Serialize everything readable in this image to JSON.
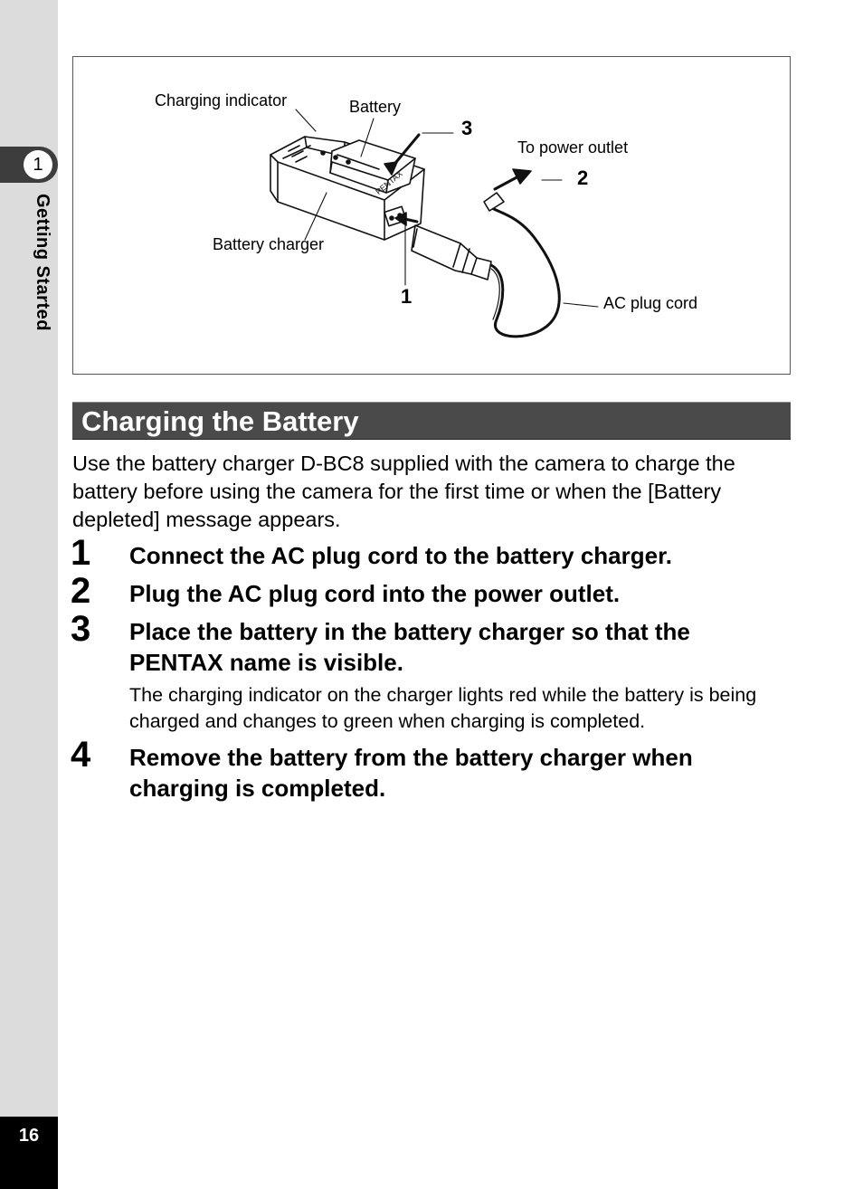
{
  "sidebar": {
    "chapter_number": "1",
    "chapter_title": "Getting Started",
    "page_number": "16"
  },
  "figure": {
    "labels": {
      "charging_indicator": "Charging indicator",
      "battery": "Battery",
      "to_power_outlet": "To power outlet",
      "battery_charger": "Battery charger",
      "ac_plug_cord": "AC plug cord",
      "brand": "PENTAX"
    },
    "callouts": [
      "1",
      "2",
      "3"
    ]
  },
  "section": {
    "title": "Charging the Battery",
    "intro": "Use the battery charger D-BC8 supplied with the camera to charge the battery before using the camera for the first time or when the [Battery depleted] message appears."
  },
  "steps": [
    {
      "number": "1",
      "text": "Connect the AC plug cord to the battery charger."
    },
    {
      "number": "2",
      "text": "Plug the AC plug cord into the power outlet."
    },
    {
      "number": "3",
      "text": "Place the battery in the battery charger so that the PENTAX name is visible.",
      "note": "The charging indicator on the charger lights red while the battery is being charged and changes to green when charging is completed."
    },
    {
      "number": "4",
      "text": "Remove the battery from the battery charger when charging is completed."
    }
  ]
}
